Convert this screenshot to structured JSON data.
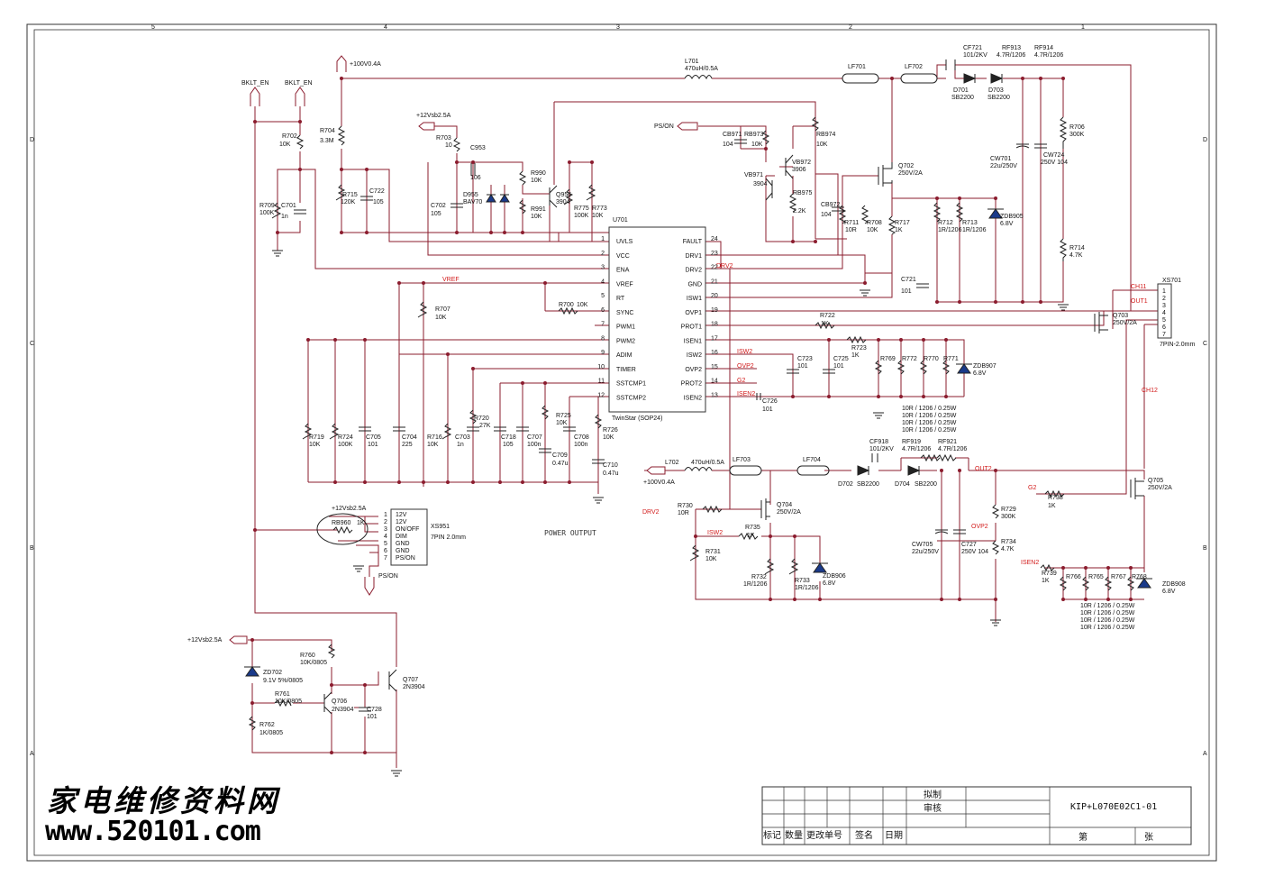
{
  "frame": {
    "top_marks": [
      "5",
      "4",
      "3",
      "2",
      "1"
    ],
    "side_marks": [
      "D",
      "C",
      "B",
      "A"
    ]
  },
  "nets": {
    "bklt1": "BKLT_EN",
    "bklt2": "BKLT_EN",
    "hv": "+100V0.4A",
    "vsb": "+12Vsb2.5A",
    "pson": "PS/ON",
    "vref": "VREF",
    "drv2": "DRV2",
    "isw2": "ISW2",
    "ovp2": "OVP2",
    "g2": "G2",
    "isen2": "ISEN2",
    "ch11": "CH11",
    "out1": "OUT1",
    "ch12": "CH12",
    "out2": "OUT2",
    "power_output": "POWER OUTPUT"
  },
  "parts": {
    "l701": "L701",
    "l701v": "470uH/0.5A",
    "lf701": "LF701",
    "lf702": "LF702",
    "cf721": "CF721",
    "cf721v": "101/2KV",
    "rf913": "RF913",
    "rf913v": "4.7R/1206",
    "rf914": "RF914",
    "rf914v": "4.7R/1206",
    "d701": "D701",
    "d701v": "SB2200",
    "d703": "D703",
    "d703v": "SB2200",
    "r706": "R706",
    "r706v": "300K",
    "cw701": "CW701",
    "cw701v": "22u/250V",
    "cw724": "CW724",
    "cw724v": "250V 104",
    "q702": "Q702",
    "q702v": "250V/2A",
    "r714": "R714",
    "r714v": "4.7K",
    "zdb905": "ZDB905",
    "zdb905v": "6.8V",
    "r712": "R712",
    "r712v": "1R/1206",
    "r713": "R713",
    "r713v": "1R/1206",
    "c721": "C721",
    "c721v": "101",
    "r717": "R717",
    "r717v": "1K",
    "r708": "R708",
    "r708v": "10K",
    "r711": "R711",
    "r711v": "10R",
    "cb971": "CB971",
    "cb971v": "104",
    "rb973": "RB973",
    "rb973v": "10K",
    "rb974": "RB974",
    "rb974v": "10K",
    "vb972": "VB972",
    "vb972v": "3906",
    "vb971": "VB971",
    "vb971v": "3904",
    "rb975": "RB975",
    "rb975v": "2.2K",
    "cb972": "CB972",
    "cb972v": "104",
    "r702": "R702",
    "r702v": "10K",
    "r704": "R704",
    "r704v": "3.3M",
    "r709": "R709",
    "r709v": "100K",
    "c701": "C701",
    "c701v": "1n",
    "r715": "R715",
    "r715v": "120K",
    "c722": "C722",
    "c722v": "105",
    "r703": "R703",
    "r703v": "10",
    "c953": "C953",
    "c953v": "106",
    "c702": "C702",
    "c702v": "105",
    "d955": "D955",
    "d955v": "BAV70",
    "r990": "R990",
    "r990v": "10K",
    "r991": "R991",
    "r991v": "10K",
    "q956": "Q956",
    "q956v": "3904",
    "r775": "R775",
    "r775v": "100K",
    "r773": "R773",
    "r773v": "10K",
    "u701": "U701",
    "u701v": "TwinStar (SOP24)",
    "r707": "R707",
    "r707v": "10K",
    "r700": "R700",
    "r700v": "10K",
    "r722": "R722",
    "r722v": "1K",
    "r723": "R723",
    "r723v": "1K",
    "c723": "C723",
    "c723v": "101",
    "c725": "C725",
    "c725v": "101",
    "c726": "C726",
    "c726v": "101",
    "r769": "R769",
    "r772": "R772",
    "r770": "R770",
    "r771": "R771",
    "zdb907": "ZDB907",
    "zdb907v": "6.8V",
    "rset1": "10R / 1206 / 0.25W",
    "r719": "R719",
    "r719v": "10K",
    "r724": "R724",
    "r724v": "100K",
    "c705": "C705",
    "c705v": "101",
    "c704": "C704",
    "c704v": "225",
    "r716": "R716",
    "r716v": "10K",
    "c703": "C703",
    "c703v": "1n",
    "r720": "R720",
    "r720v": "27K",
    "c718": "C718",
    "c718v": "105",
    "c707": "C707",
    "c707v": "100n",
    "r725": "R725",
    "r725v": "10K",
    "c708": "C708",
    "c708v": "100n",
    "c709": "C709",
    "c709v": "0.47u",
    "r726": "R726",
    "r726v": "10K",
    "c710": "C710",
    "c710v": "0.47u",
    "xs701": "XS701",
    "xs701v": "7PIN-2.0mm",
    "q703": "Q703",
    "q703v": "250V/2A",
    "xs951": "XS951",
    "xs951v": "7PIN 2.0mm",
    "rb960": "RB960",
    "rb960v": "1K",
    "xs951_pins": [
      "12V",
      "12V",
      "ON/OFF",
      "DIM",
      "GND",
      "GND",
      "PS/ON"
    ],
    "l702": "L702",
    "l702v": "470uH/0.5A",
    "lf703": "LF703",
    "lf704": "LF704",
    "cf918": "CF918",
    "cf918v": "101/2KV",
    "rf919": "RF919",
    "rf919v": "4.7R/1206",
    "rf921": "RF921",
    "rf921v": "4.7R/1206",
    "d702": "D702",
    "d702v": "SB2200",
    "d704": "D704",
    "d704v": "SB2200",
    "r730": "R730",
    "r730v": "10R",
    "q704": "Q704",
    "q704v": "250V/2A",
    "r735": "R735",
    "r735v": "1K",
    "r731": "R731",
    "r731v": "10K",
    "r732": "R732",
    "r732v": "1R/1206",
    "r733": "R733",
    "r733v": "1R/1206",
    "zdb906": "ZDB906",
    "zdb906v": "6.8V",
    "cw705": "CW705",
    "cw705v": "22u/250V",
    "c727": "C727",
    "c727v": "250V 104",
    "r729": "R729",
    "r729v": "300K",
    "r734": "R734",
    "r734v": "4.7K",
    "r738": "R738",
    "r738v": "1K",
    "q705": "Q705",
    "q705v": "250V/2A",
    "r739": "R739",
    "r739v": "1K",
    "r766": "R766",
    "r765": "R765",
    "r767": "R767",
    "r768": "R768",
    "zdb908": "ZDB908",
    "zdb908v": "6.8V",
    "zd702": "ZD702",
    "zd702v": "9.1V  5%/0805",
    "r760": "R760",
    "r760v": "10K/0805",
    "r761": "R761",
    "r761v": "10K/0805",
    "q706": "Q706",
    "q706v": "2N3904",
    "c728": "C728",
    "c728v": "101",
    "r762": "R762",
    "r762v": "1K/0805",
    "q707": "Q707",
    "q707v": "2N3904"
  },
  "ic_pins": {
    "left": [
      {
        "n": "1",
        "name": "UVLS"
      },
      {
        "n": "2",
        "name": "VCC"
      },
      {
        "n": "3",
        "name": "ENA"
      },
      {
        "n": "4",
        "name": "VREF"
      },
      {
        "n": "5",
        "name": "RT"
      },
      {
        "n": "6",
        "name": "SYNC"
      },
      {
        "n": "7",
        "name": "PWM1"
      },
      {
        "n": "8",
        "name": "PWM2"
      },
      {
        "n": "9",
        "name": "ADIM"
      },
      {
        "n": "10",
        "name": "TIMER"
      },
      {
        "n": "11",
        "name": "SSTCMP1"
      },
      {
        "n": "12",
        "name": "SSTCMP2"
      }
    ],
    "right": [
      {
        "n": "24",
        "name": "FAULT"
      },
      {
        "n": "23",
        "name": "DRV1"
      },
      {
        "n": "22",
        "name": "DRV2"
      },
      {
        "n": "21",
        "name": "GND"
      },
      {
        "n": "20",
        "name": "ISW1"
      },
      {
        "n": "19",
        "name": "OVP1"
      },
      {
        "n": "18",
        "name": "PROT1"
      },
      {
        "n": "17",
        "name": "ISEN1"
      },
      {
        "n": "16",
        "name": "ISW2"
      },
      {
        "n": "15",
        "name": "OVP2"
      },
      {
        "n": "14",
        "name": "PROT2"
      },
      {
        "n": "13",
        "name": "ISEN2"
      }
    ]
  },
  "title_block": {
    "draft": "拟制",
    "check": "审核",
    "doc_no": "KIP+L070E02C1-01",
    "h_mark": "标记",
    "h_qty": "数量",
    "h_change": "更改单号",
    "h_sign": "签名",
    "h_date": "日期",
    "sheet": "第",
    "of": "张"
  },
  "watermark": {
    "cn": "家电维修资料网",
    "url": "www.520101.com"
  }
}
